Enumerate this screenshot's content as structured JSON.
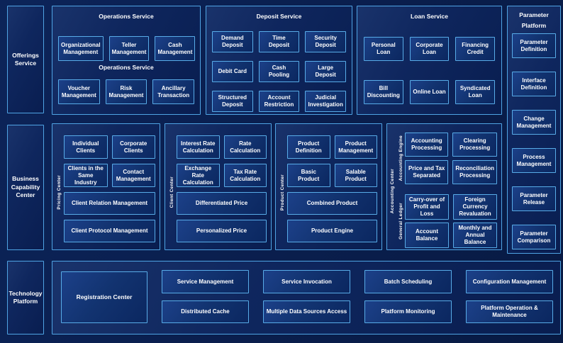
{
  "colors": {
    "background": "#0a2155",
    "panel_fill": "#0a2158",
    "box_fill": "#123370",
    "border_light_blue": "#54aae8",
    "text": "#ffffff"
  },
  "left_rail": {
    "offerings": "Offerings Service",
    "business": "Business Capability Center",
    "technology": "Technology Platform"
  },
  "operations_service": {
    "title": "Operations Service",
    "mid_title": "Operations Service",
    "row1": [
      "Organizational Management",
      "Teller Management",
      "Cash Management"
    ],
    "row2": [
      "Voucher Management",
      "Risk Management",
      "Ancillary Transaction"
    ]
  },
  "deposit_service": {
    "title": "Deposit Service",
    "items": [
      "Demand Deposit",
      "Time Deposit",
      "Security Deposit",
      "Debit Card",
      "Cash Pooling",
      "Large Deposit",
      "Structured Deposit",
      "Account Restriction",
      "Judicial Investigation"
    ]
  },
  "loan_service": {
    "title": "Loan Service",
    "items": [
      "Personal Loan",
      "Corporate Loan",
      "Financing Credit",
      "Bill Discounting",
      "Online Loan",
      "Syndicated Loan"
    ]
  },
  "parameter_platform": {
    "title_line1": "Parameter",
    "title_line2": "Platform",
    "items": [
      "Parameter Definition",
      "Interface Definition",
      "Change Management",
      "Process Management",
      "Parameter Release",
      "Parameter Comparison"
    ]
  },
  "pricing_center": {
    "label": "Pricing Center",
    "small_boxes": [
      "Individual Clients",
      "Corporate Clients",
      "Clients in the Same Industry",
      "Contact Management"
    ],
    "wide_boxes": [
      "Client Relation Management",
      "Client Protocol Management"
    ]
  },
  "client_center": {
    "label": "Client Center",
    "small_boxes": [
      "Interest Rate Calculation",
      "Rate Calculation",
      "Exchange Rate Calculation",
      "Tax Rate Calculation"
    ],
    "wide_boxes": [
      "Differentiated Price",
      "Personalized Price"
    ]
  },
  "product_center": {
    "label": "Product Center",
    "small_boxes": [
      "Product Definition",
      "Product Management",
      "Basic Product",
      "Salable Product"
    ],
    "wide_boxes": [
      "Combined Product",
      "Product Engine"
    ]
  },
  "accounting_center": {
    "label": "Accounting Center",
    "accounting_engine": {
      "label": "Accounting Engine",
      "items": [
        "Accounting Processing",
        "Clearing Processing",
        "Price and Tax Separated",
        "Reconciliation Processing"
      ]
    },
    "general_ledger": {
      "label": "General Ledger",
      "items": [
        "Carry-over of Profit and Loss",
        "Foreign Currency Revaluation",
        "Account Balance",
        "Monthly and Annual Balance"
      ]
    }
  },
  "technology_platform": {
    "registration": "Registration Center",
    "row1": [
      "Service Management",
      "Service Invocation",
      "Batch Scheduling",
      "Configuration Management"
    ],
    "row2": [
      "Distributed Cache",
      "Multiple Data Sources Access",
      "Platform Monitoring",
      "Platform Operation & Maintenance"
    ]
  }
}
